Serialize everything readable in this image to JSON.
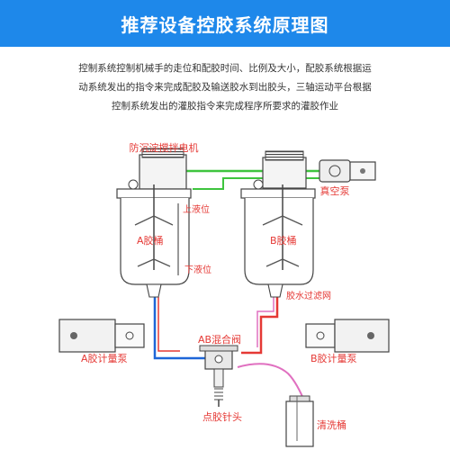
{
  "header": {
    "title": "推荐设备控胶系统原理图"
  },
  "description": {
    "line1": "控制系统控制机械手的走位和配胶时间、比例及大小，配胶系统根据运",
    "line2": "动系统发出的指令来完成配胶及输送胶水到出胶头，三轴运动平台根据",
    "line3": "控制系统发出的灌胶指令来完成程序所要求的灌胶作业"
  },
  "labels": {
    "motor": "防沉淀搅拌电机",
    "vacuum_pump": "真空泵",
    "upper_level": "上液位",
    "lower_level": "下液位",
    "tank_a": "A胶桶",
    "tank_b": "B胶桶",
    "filter": "胶水过滤网",
    "mixing_valve": "AB混合阀",
    "pump_a": "A胶计量泵",
    "pump_b": "B胶计量泵",
    "needle": "点胶针头",
    "cleaning_tank": "清洗桶"
  },
  "colors": {
    "header_bg": "#1e88ea",
    "label_red": "#e53935",
    "line_green": "#3ec43e",
    "line_blue": "#1e66d8",
    "line_red": "#e53935",
    "line_pink": "#e070c0"
  }
}
